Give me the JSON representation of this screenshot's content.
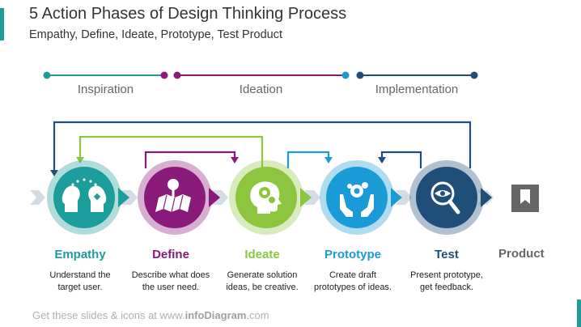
{
  "title": "5 Action Phases of Design Thinking Process",
  "subtitle": "Empathy, Define, Ideate, Prototype, Test Product",
  "stages": [
    {
      "label": "Inspiration",
      "color": "#1c9c9a"
    },
    {
      "label": "Ideation",
      "color": "#8a1a7a"
    },
    {
      "label": "Implementation",
      "color": "#1a9bd7"
    }
  ],
  "phases": [
    {
      "name": "Empathy",
      "description_line1": "Understand the",
      "description_line2": "target user.",
      "color": "#1c9c9a",
      "icon": "two-heads-icon"
    },
    {
      "name": "Define",
      "description_line1": "Describe what does",
      "description_line2": "the user need.",
      "color": "#8a1a7a",
      "icon": "map-pin-icon"
    },
    {
      "name": "Ideate",
      "description_line1": "Generate solution",
      "description_line2": "ideas, be creative.",
      "color": "#8cc63f",
      "icon": "head-gear-icon"
    },
    {
      "name": "Prototype",
      "description_line1": "Create draft",
      "description_line2": "prototypes of ideas.",
      "color": "#1a9bd7",
      "icon": "hands-gears-icon"
    },
    {
      "name": "Test",
      "description_line1": "Present prototype,",
      "description_line2": "get feedback.",
      "color": "#1f4e79",
      "icon": "eye-magnifier-icon"
    }
  ],
  "product": {
    "label": "Product",
    "color": "#666666",
    "icon": "bookmark-icon"
  },
  "footer": {
    "prefix": "Get these slides & icons at www.",
    "brand": "infoDiagram",
    "suffix": ".com"
  }
}
